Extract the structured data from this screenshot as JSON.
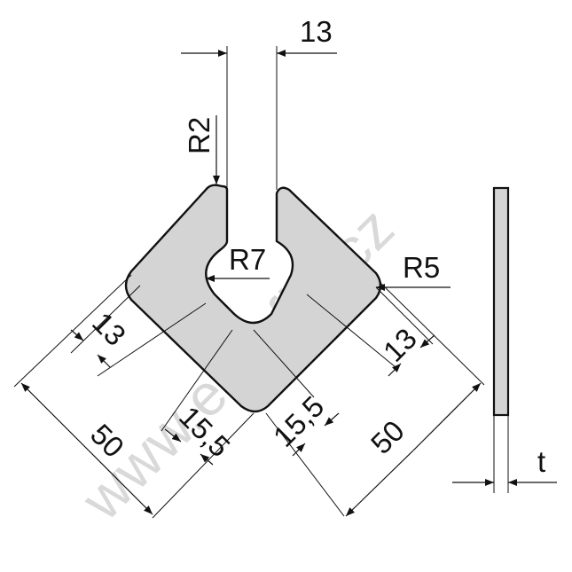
{
  "watermark": "www.eprofily.cz",
  "colors": {
    "part_fill": "#d4d4d4",
    "line": "#111111",
    "watermark": "#d9d9d9"
  },
  "dimensions": {
    "slot_width": "13",
    "inner_radius": "R2",
    "hole_radius": "R7",
    "outer_radius": "R5",
    "arm_width_left": "13",
    "arm_width_right": "13",
    "leg_left": "50",
    "leg_right": "50",
    "offset_left": "15,5",
    "offset_right": "15,5",
    "thickness": "t"
  }
}
